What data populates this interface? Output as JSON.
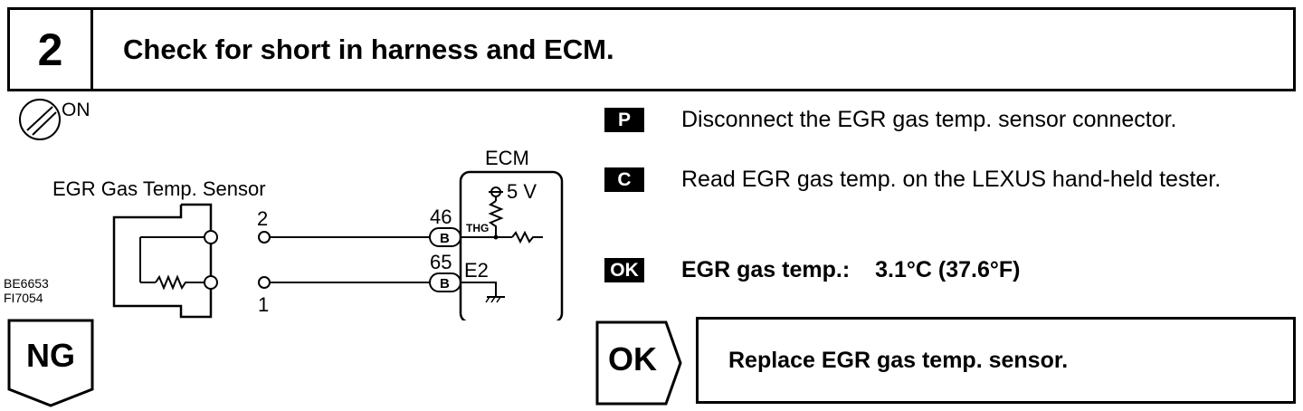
{
  "step": {
    "number": "2",
    "title": "Check for short in harness and ECM."
  },
  "diagram": {
    "ignition_label": "ON",
    "sensor_label": "EGR Gas Temp. Sensor",
    "ecm_label": "ECM",
    "voltage_label": "5 V",
    "thg_label": "THG",
    "e2_label": "E2",
    "pin_46": "46",
    "pin_65": "65",
    "connector_b": "B",
    "wire_2": "2",
    "wire_1": "1",
    "ref_codes": [
      "BE6653",
      "FI7054"
    ]
  },
  "instructions": [
    {
      "badge": "P",
      "text": "Disconnect the EGR gas temp. sensor connector."
    },
    {
      "badge": "C",
      "text": "Read EGR gas temp. on the LEXUS hand-held tester."
    }
  ],
  "ok_criteria": {
    "badge": "OK",
    "label": "EGR gas temp.:",
    "value": "3.1°C (37.6°F)"
  },
  "ng_label": "NG",
  "ok_label": "OK",
  "ok_action": "Replace EGR gas temp. sensor.",
  "colors": {
    "ink": "#000000",
    "paper": "#ffffff"
  },
  "icons": [
    "ignition-switch-icon",
    "ground-symbol-icon",
    "resistor-icon"
  ]
}
